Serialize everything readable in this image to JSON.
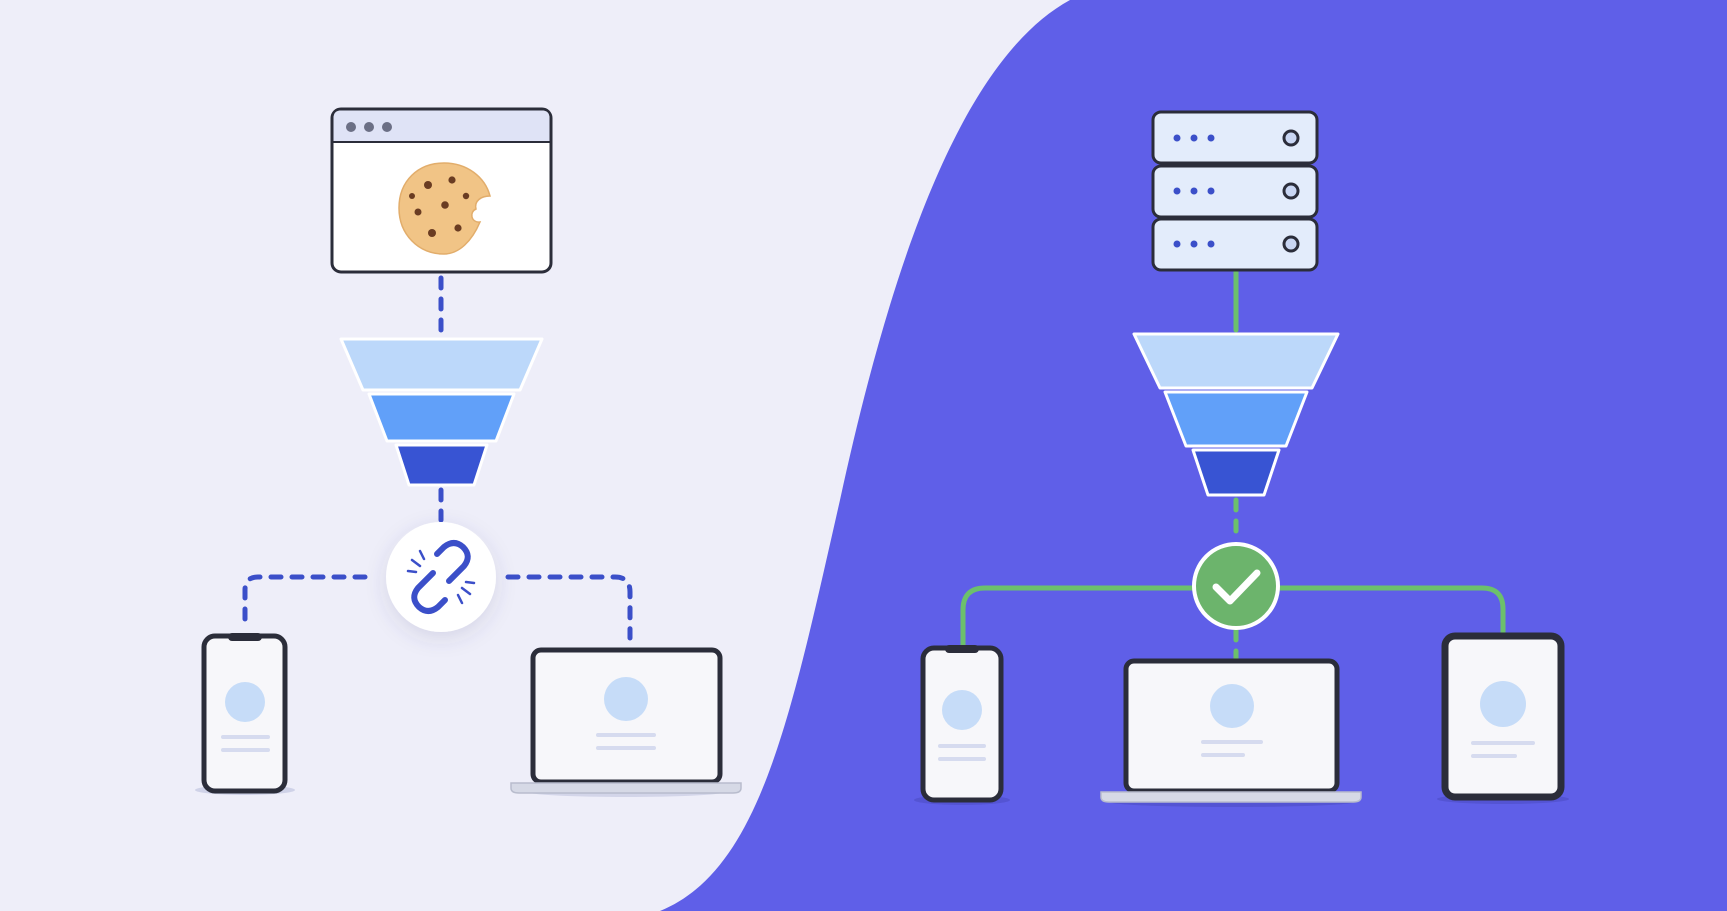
{
  "colors": {
    "left_background": "#eeeef9",
    "right_background": "#5f5fe8",
    "outline": "#2b2d3a",
    "dashed_connector": "#3b4fc9",
    "solid_connector": "#6cc06c",
    "funnel_top": "#bcd8fa",
    "funnel_middle": "#61a0f9",
    "funnel_bottom": "#3854d3",
    "cookie": "#f1c486",
    "cookie_chips": "#6a3c22",
    "screen": "#f7f7f9",
    "avatar": "#c6dcf8",
    "text_lines": "#d6dbef",
    "check_badge": "#6cb46c"
  },
  "icons": {
    "left_source": "browser-cookie-icon",
    "right_source": "server-stack-icon",
    "left_merge": "broken-link-icon",
    "right_merge": "check-icon",
    "funnel": "funnel-icon",
    "devices": [
      "smartphone-icon",
      "laptop-icon",
      "tablet-icon"
    ]
  },
  "left_panel": {
    "source": "browser-cookie",
    "merge_status": "broken",
    "devices": [
      "smartphone",
      "laptop"
    ]
  },
  "right_panel": {
    "source": "server",
    "merge_status": "verified",
    "devices": [
      "smartphone",
      "laptop",
      "tablet"
    ]
  }
}
